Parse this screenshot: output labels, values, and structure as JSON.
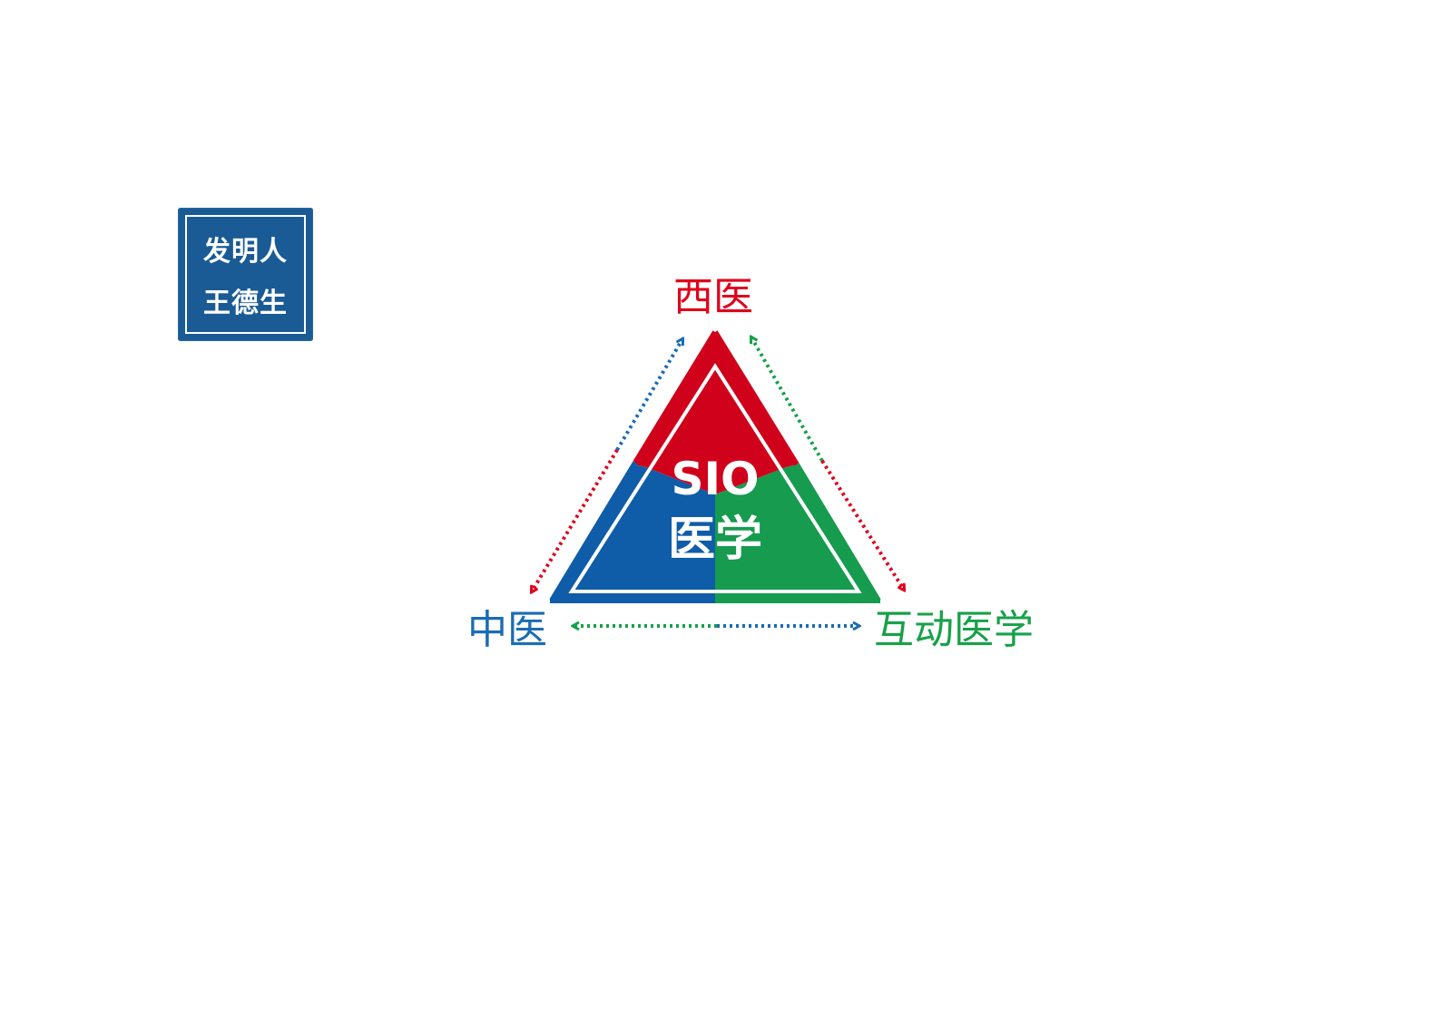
{
  "stamp": {
    "line1": "发明人",
    "line2": "王德生"
  },
  "nodes": {
    "western": {
      "label": "西医",
      "color": "#e0001b"
    },
    "chinese": {
      "label": "中医",
      "color": "#1a6cb5"
    },
    "interactive": {
      "label": "互动医学",
      "color": "#17a14a"
    }
  },
  "center": {
    "line1": "SIO",
    "line2": "医学"
  },
  "colors": {
    "red": "#d0021b",
    "blue": "#0f5ca8",
    "green": "#169b4f",
    "stamp": "#1a5b95"
  }
}
